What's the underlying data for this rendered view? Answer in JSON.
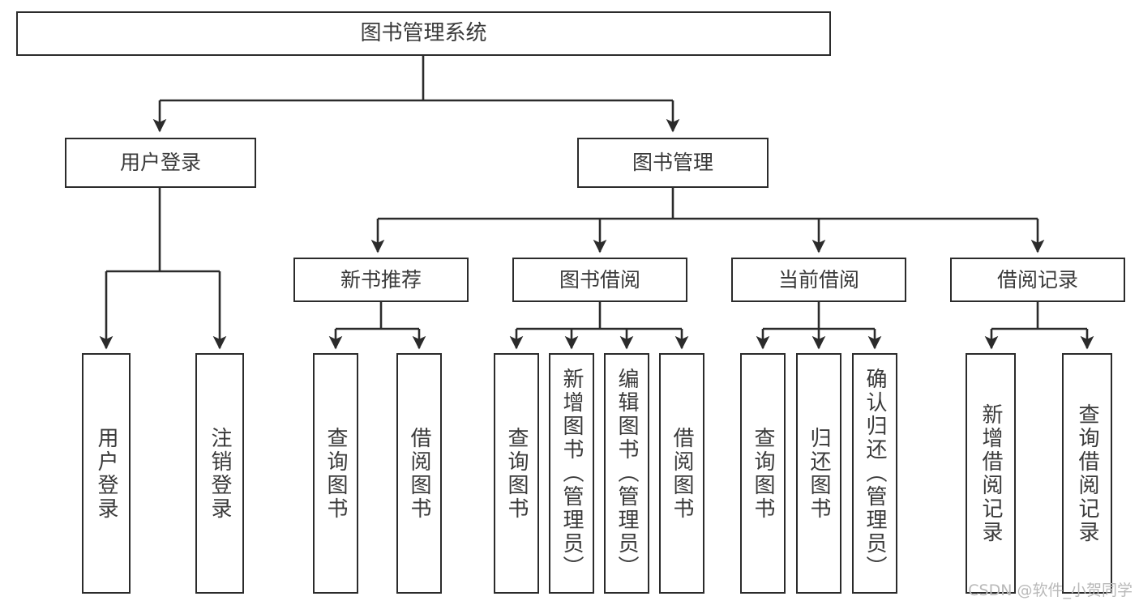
{
  "diagram": {
    "title": "图书管理系统",
    "type": "tree-hierarchy",
    "watermark": "CSDN @软件_小贺同学",
    "colors": {
      "stroke": "#2b2b2b",
      "box_fill": "#ffffff",
      "text": "#3a3a3a",
      "background": "#ffffff",
      "watermark": "#b9b9b9"
    }
  },
  "nodes": {
    "root": {
      "label": "图书管理系统"
    },
    "level2": [
      {
        "id": "user-login",
        "label": "用户登录"
      },
      {
        "id": "book-manage",
        "label": "图书管理"
      }
    ],
    "level3": [
      {
        "id": "new-book-recommend",
        "label": "新书推荐"
      },
      {
        "id": "book-borrow",
        "label": "图书借阅"
      },
      {
        "id": "current-borrow",
        "label": "当前借阅"
      },
      {
        "id": "borrow-record",
        "label": "借阅记录"
      }
    ],
    "leaves": [
      {
        "id": "leaf-user-login",
        "label": "用户登录",
        "parent": "user-login"
      },
      {
        "id": "leaf-logout-login",
        "label": "注销登录",
        "parent": "user-login"
      },
      {
        "id": "leaf-query-book-1",
        "label": "查询图书",
        "parent": "new-book-recommend"
      },
      {
        "id": "leaf-borrow-book-1",
        "label": "借阅图书",
        "parent": "new-book-recommend"
      },
      {
        "id": "leaf-query-book-2",
        "label": "查询图书",
        "parent": "book-borrow"
      },
      {
        "id": "leaf-add-book",
        "label": "新增图书（管理员）",
        "parent": "book-borrow"
      },
      {
        "id": "leaf-edit-book",
        "label": "编辑图书（管理员）",
        "parent": "book-borrow"
      },
      {
        "id": "leaf-borrow-book-2",
        "label": "借阅图书",
        "parent": "book-borrow"
      },
      {
        "id": "leaf-query-book-3",
        "label": "查询图书",
        "parent": "current-borrow"
      },
      {
        "id": "leaf-return-book",
        "label": "归还图书",
        "parent": "current-borrow"
      },
      {
        "id": "leaf-confirm-return",
        "label": "确认归还（管理员）",
        "parent": "current-borrow"
      },
      {
        "id": "leaf-add-record",
        "label": "新增借阅记录",
        "parent": "borrow-record"
      },
      {
        "id": "leaf-query-record",
        "label": "查询借阅记录",
        "parent": "borrow-record"
      }
    ]
  }
}
